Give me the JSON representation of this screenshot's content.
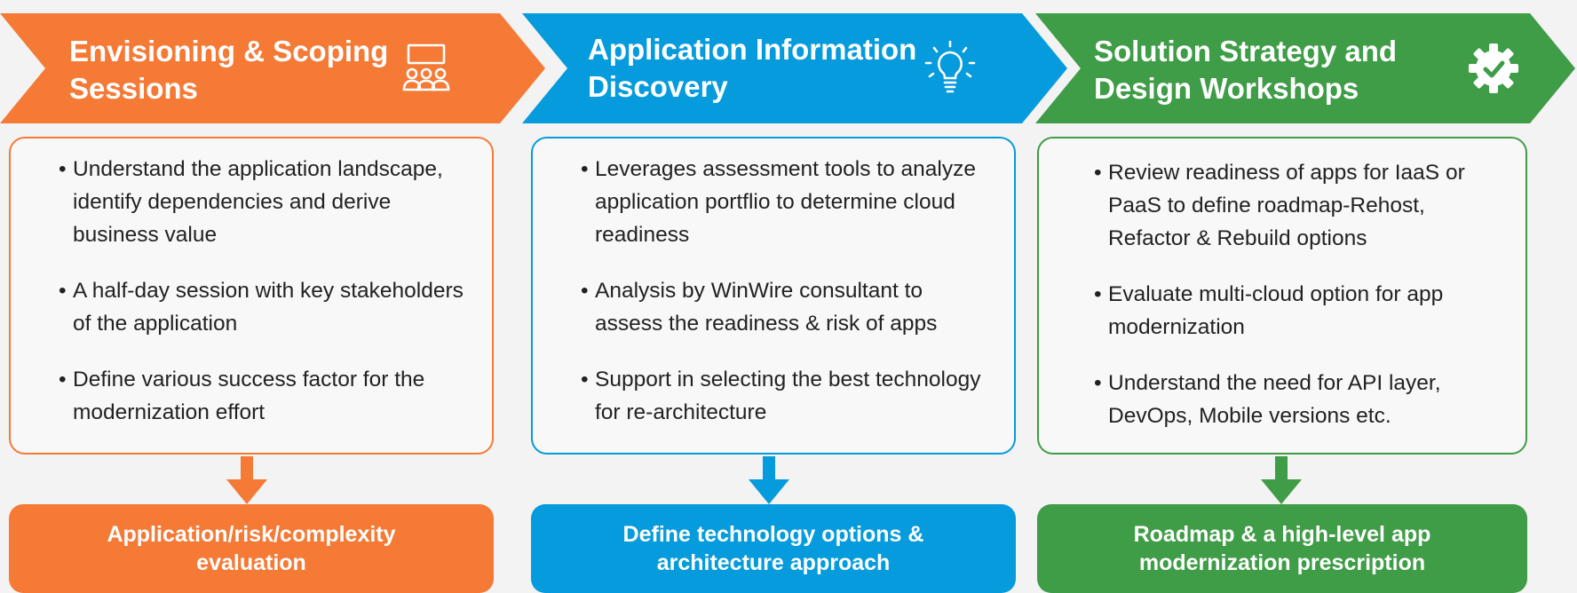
{
  "colors": {
    "orange": "#f47a36",
    "blue": "#069bdc",
    "green": "#3f9c47",
    "background": "#f3f3f3"
  },
  "columns": [
    {
      "title": "Envisioning & Scoping\nSessions",
      "icon": "team-meeting-icon",
      "color": "#f47a36",
      "bullets": [
        "Understand the application landscape, identify dependencies and derive business value",
        "A half-day session with key stakeholders of the application",
        "Define various success factor for the modernization effort"
      ],
      "outcome": "Application/risk/complexity evaluation"
    },
    {
      "title": "Application Information\nDiscovery",
      "icon": "lightbulb-icon",
      "color": "#069bdc",
      "bullets": [
        "Leverages assessment tools to analyze application portflio to determine cloud readiness",
        "Analysis by WinWire consultant to assess the readiness & risk of apps",
        "Support in selecting the best technology for re-architecture"
      ],
      "outcome": "Define technology options & architecture approach"
    },
    {
      "title": "Solution Strategy and\nDesign Workshops",
      "icon": "gear-check-icon",
      "color": "#3f9c47",
      "bullets": [
        "Review readiness of apps for IaaS or PaaS to define roadmap-Rehost, Refactor & Rebuild options",
        "Evaluate multi-cloud option for app modernization",
        "Understand the need for API layer, DevOps, Mobile versions etc."
      ],
      "outcome": "Roadmap & a high-level app modernization prescription"
    }
  ]
}
